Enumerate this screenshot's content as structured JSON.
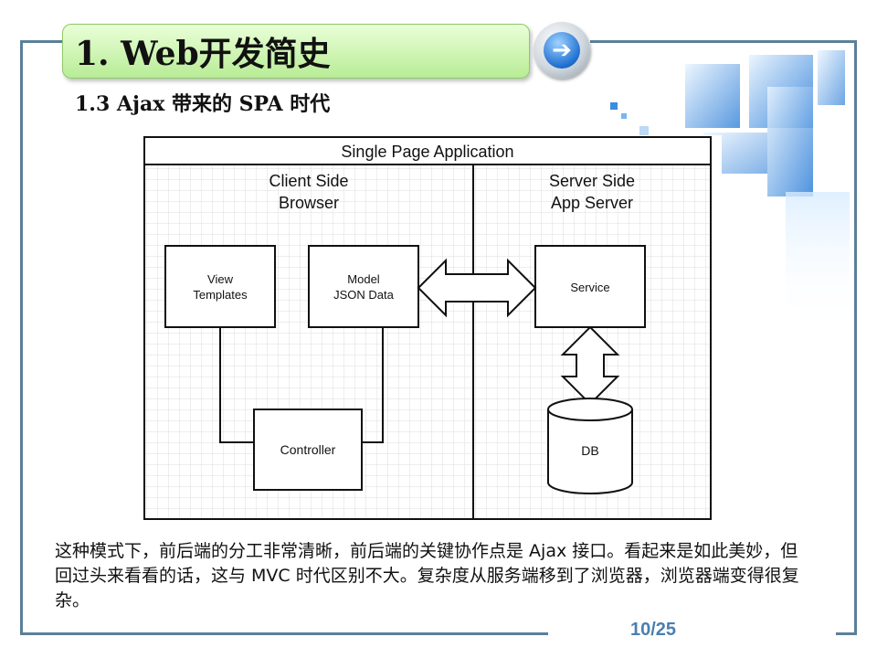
{
  "slide": {
    "title": "1.  Web开发简史",
    "subtitle": "1.3  Ajax 带来的 SPA 时代",
    "nav_icon": "right-arrow-icon",
    "page_number": "10/25",
    "body_text": "这种模式下，前后端的分工非常清晰，前后端的关键协作点是 Ajax 接口。看起来是如此美妙，但回过头来看看的话，这与 MVC 时代区别不大。复杂度从服务端移到了浏览器，浏览器端变得很复杂。"
  },
  "diagram": {
    "header": "Single Page Application",
    "client_title_1": "Client Side",
    "client_title_2": "Browser",
    "server_title_1": "Server Side",
    "server_title_2": "App Server",
    "view_1": "View",
    "view_2": "Templates",
    "model_1": "Model",
    "model_2": "JSON Data",
    "controller": "Controller",
    "service": "Service",
    "db": "DB"
  }
}
